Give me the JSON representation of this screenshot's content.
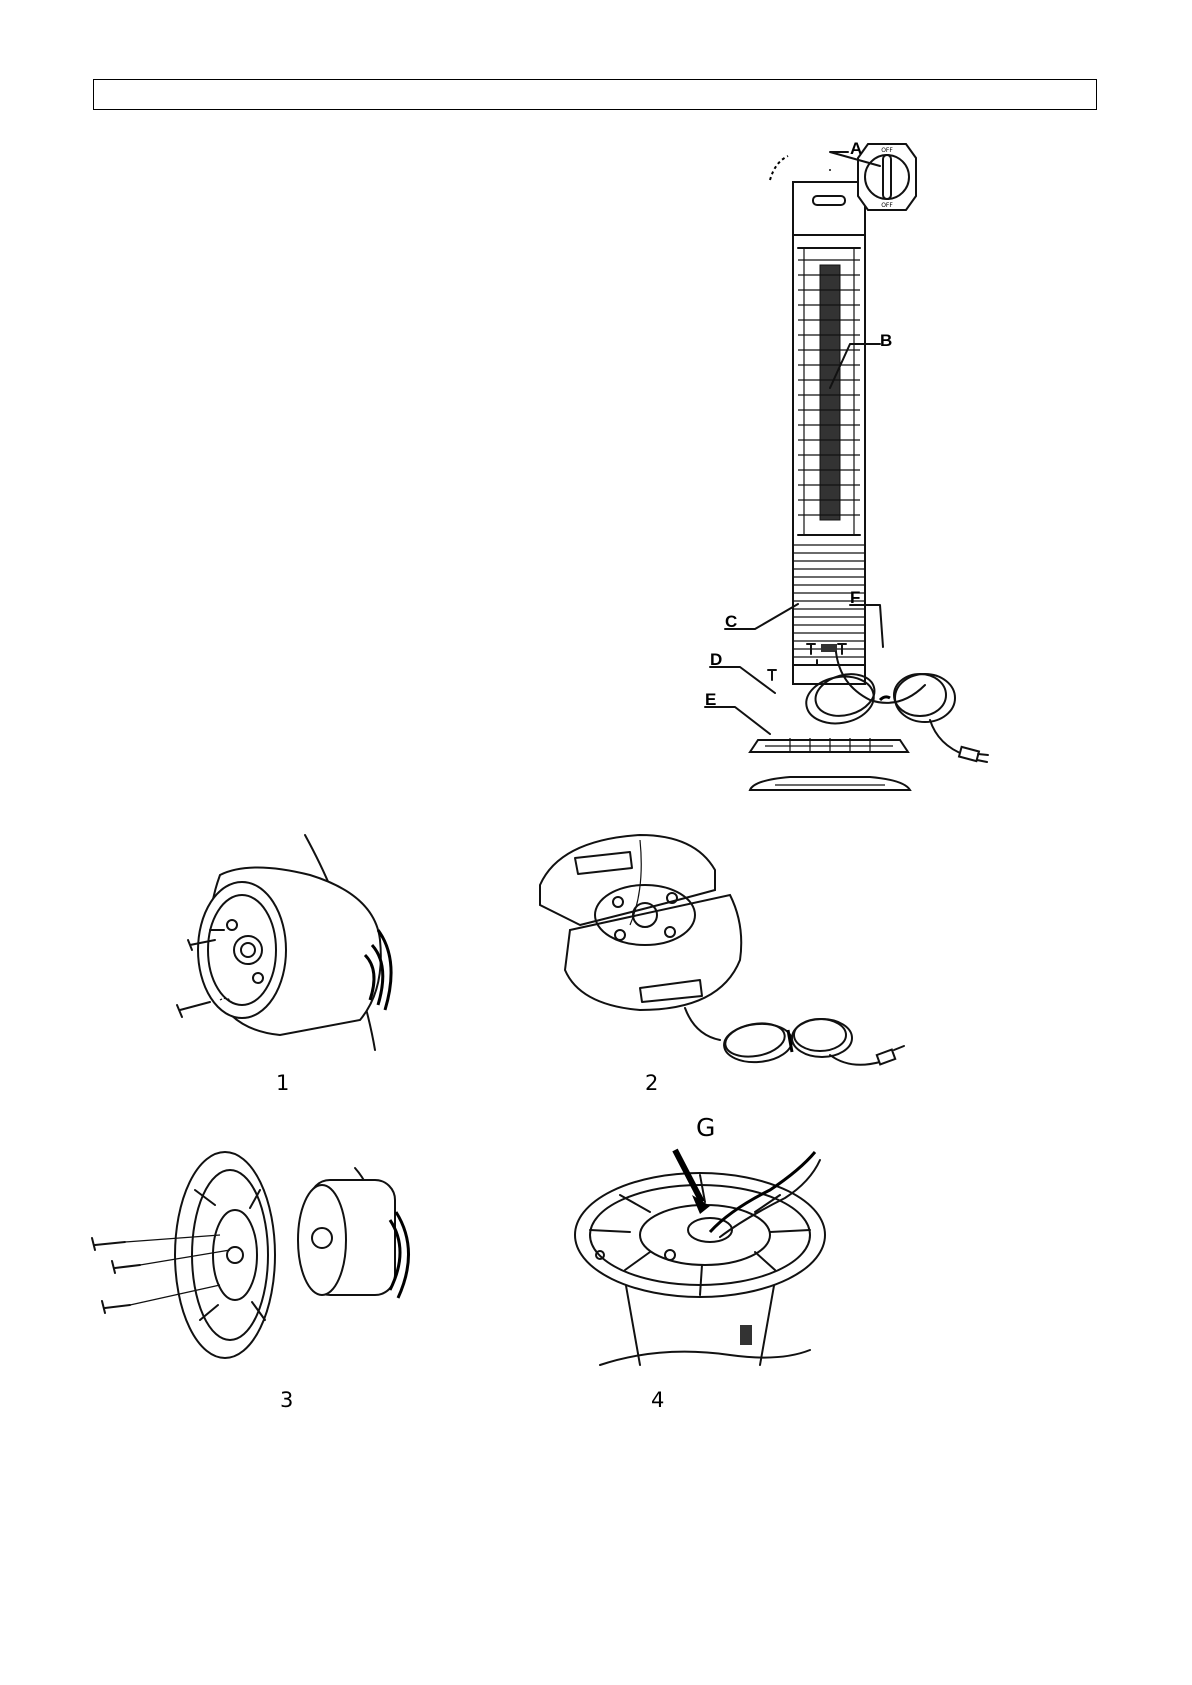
{
  "header": {
    "text": ""
  },
  "main_figure": {
    "labels": {
      "a": "A",
      "b": "B",
      "c": "C",
      "d": "D",
      "e": "E",
      "f": "F"
    },
    "dial": {
      "top_text": "OFF",
      "bottom_text": "OFF"
    }
  },
  "steps": [
    {
      "number": "1"
    },
    {
      "number": "2"
    },
    {
      "number": "3"
    },
    {
      "number": "4",
      "callout": "G"
    }
  ]
}
